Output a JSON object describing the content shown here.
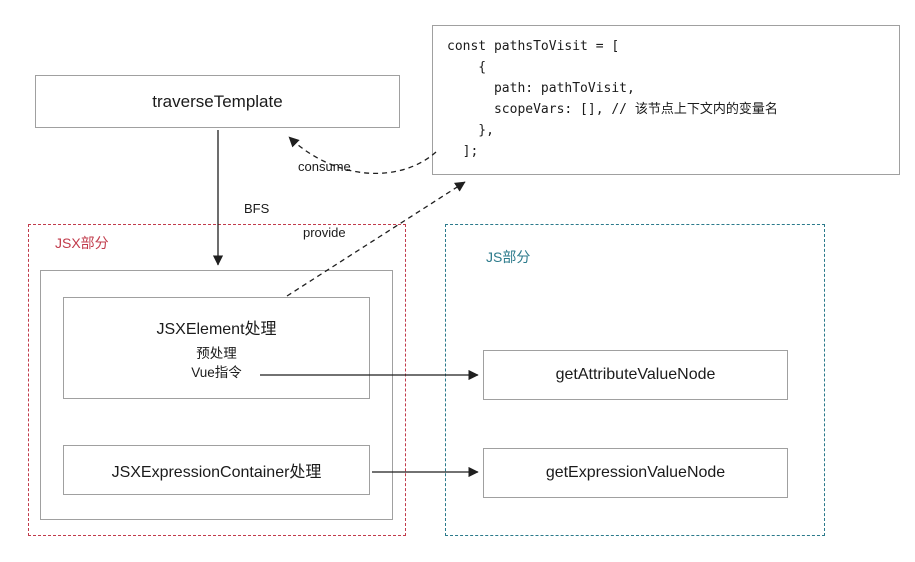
{
  "nodes": {
    "traverseTemplate": {
      "label": "traverseTemplate"
    },
    "code": {
      "lines": [
        "const pathsToVisit = [",
        "    {",
        "      path: pathToVisit,",
        "      scopeVars: [], // 该节点上下文内的变量名",
        "    },",
        "  ];"
      ]
    },
    "jsxGroup": {
      "label": "JSX部分"
    },
    "jsGroup": {
      "label": "JS部分"
    },
    "jsxElement": {
      "title": "JSXElement处理",
      "line1": "预处理",
      "line2": "Vue指令"
    },
    "jsxExpressionContainer": {
      "label": "JSXExpressionContainer处理"
    },
    "getAttributeValueNode": {
      "label": "getAttributeValueNode"
    },
    "getExpressionValueNode": {
      "label": "getExpressionValueNode"
    }
  },
  "edges": {
    "bfs": {
      "label": "BFS"
    },
    "consume": {
      "label": "consume"
    },
    "provide": {
      "label": "provide"
    }
  },
  "colors": {
    "jsx_group_border": "#c13b4b",
    "js_group_border": "#2b7a8b",
    "node_border": "#a0a0a0",
    "arrow": "#1f1f1f"
  }
}
